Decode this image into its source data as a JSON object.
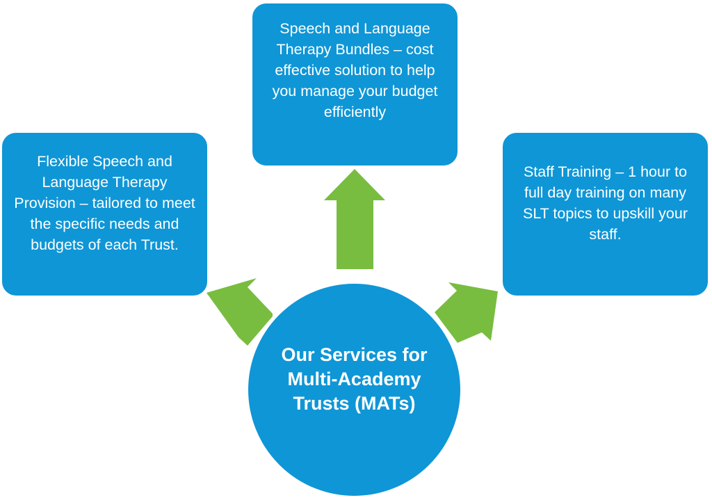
{
  "colors": {
    "box_fill": "#0f96d6",
    "arrow_fill": "#78bd3f",
    "text": "#ffffff"
  },
  "hub": {
    "title": "Our Services for Multi-Academy Trusts (MATs)"
  },
  "services": {
    "top": "Speech and Language Therapy Bundles – cost effective solution to help you manage your budget efficiently",
    "left": "Flexible Speech and Language Therapy Provision – tailored to meet the specific needs and budgets of each Trust.",
    "right": "Staff Training – 1 hour to full day training on many SLT topics to upskill your staff."
  }
}
